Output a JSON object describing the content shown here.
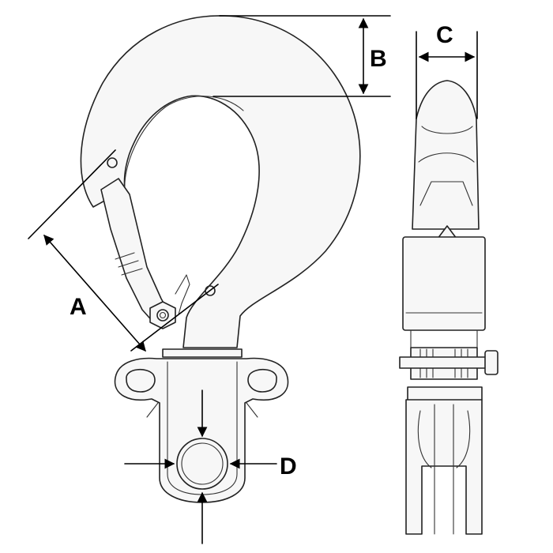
{
  "diagram": {
    "dimension_labels": {
      "a": "A",
      "b": "B",
      "c": "C",
      "d": "D"
    },
    "colors": {
      "line": "#222222",
      "dimension": "#000000",
      "part_fill": "#f7f7f7",
      "background": "#ffffff"
    }
  }
}
